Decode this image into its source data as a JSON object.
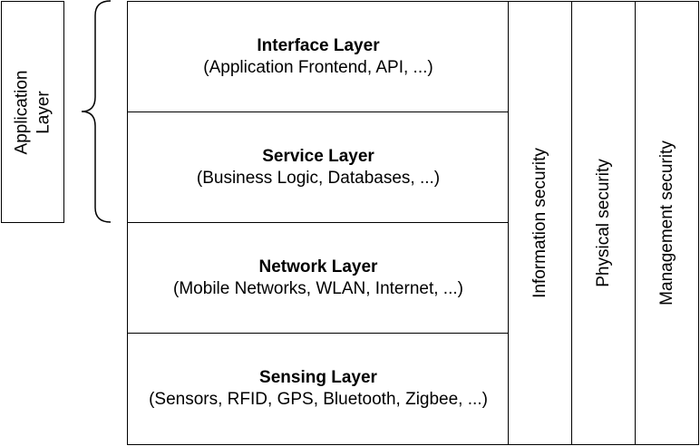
{
  "application_layer": {
    "label": "Application Layer"
  },
  "stack": [
    {
      "title": "Interface Layer",
      "subtitle": "(Application Frontend, API, ...)"
    },
    {
      "title": "Service Layer",
      "subtitle": "(Business Logic, Databases, ...)"
    },
    {
      "title": "Network Layer",
      "subtitle": "(Mobile Networks, WLAN, Internet, ...)"
    },
    {
      "title": "Sensing Layer",
      "subtitle": "(Sensors, RFID, GPS, Bluetooth, Zigbee, ...)"
    }
  ],
  "security_columns": [
    {
      "label": "Information security"
    },
    {
      "label": "Physical security"
    },
    {
      "label": "Management security"
    }
  ]
}
